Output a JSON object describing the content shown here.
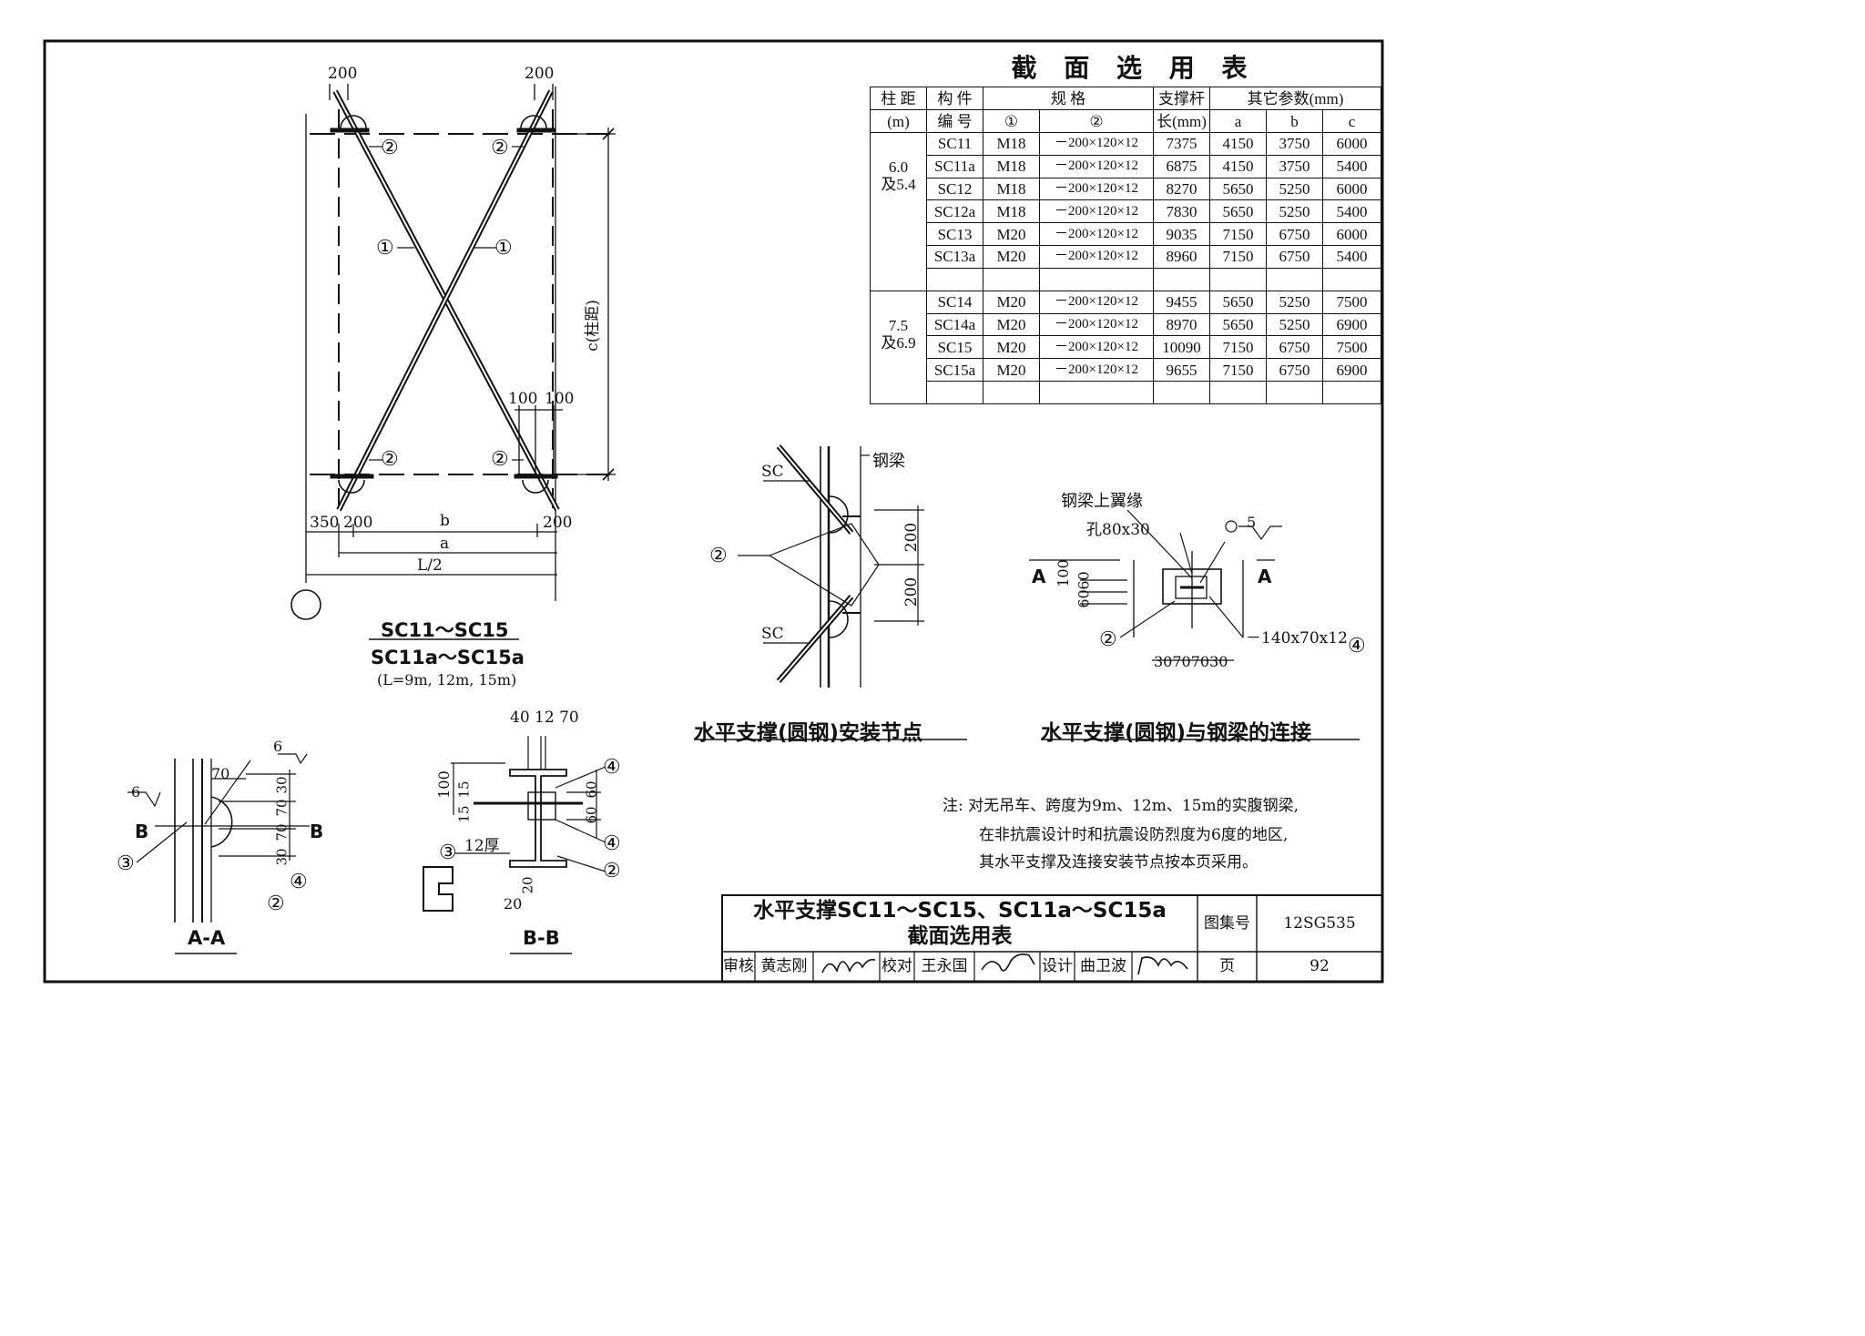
{
  "table": {
    "title": "截 面 选 用 表",
    "headers": {
      "column_spacing": "柱 距",
      "column_spacing_unit": "(m)",
      "member_no": "构 件",
      "member_no2": "编 号",
      "spec": "规 格",
      "spec1": "①",
      "spec2": "②",
      "rod_len": "支撑杆",
      "rod_len2": "长(mm)",
      "other": "其它参数(mm)",
      "a": "a",
      "b": "b",
      "c": "c"
    },
    "groups": [
      {
        "spacing1": "6.0",
        "spacing2": "及5.4"
      },
      {
        "spacing1": "7.5",
        "spacing2": "及6.9"
      }
    ],
    "rows": [
      {
        "no": "SC11",
        "s1": "M18",
        "s2": "－200×120×12",
        "len": "7375",
        "a": "4150",
        "b": "3750",
        "c": "6000"
      },
      {
        "no": "SC11a",
        "s1": "M18",
        "s2": "－200×120×12",
        "len": "6875",
        "a": "4150",
        "b": "3750",
        "c": "5400"
      },
      {
        "no": "SC12",
        "s1": "M18",
        "s2": "－200×120×12",
        "len": "8270",
        "a": "5650",
        "b": "5250",
        "c": "6000"
      },
      {
        "no": "SC12a",
        "s1": "M18",
        "s2": "－200×120×12",
        "len": "7830",
        "a": "5650",
        "b": "5250",
        "c": "5400"
      },
      {
        "no": "SC13",
        "s1": "M20",
        "s2": "－200×120×12",
        "len": "9035",
        "a": "7150",
        "b": "6750",
        "c": "6000"
      },
      {
        "no": "SC13a",
        "s1": "M20",
        "s2": "－200×120×12",
        "len": "8960",
        "a": "7150",
        "b": "6750",
        "c": "5400"
      },
      {
        "no": "SC14",
        "s1": "M20",
        "s2": "－200×120×12",
        "len": "9455",
        "a": "5650",
        "b": "5250",
        "c": "7500"
      },
      {
        "no": "SC14a",
        "s1": "M20",
        "s2": "－200×120×12",
        "len": "8970",
        "a": "5650",
        "b": "5250",
        "c": "6900"
      },
      {
        "no": "SC15",
        "s1": "M20",
        "s2": "－200×120×12",
        "len": "10090",
        "a": "7150",
        "b": "6750",
        "c": "7500"
      },
      {
        "no": "SC15a",
        "s1": "M20",
        "s2": "－200×120×12",
        "len": "9655",
        "a": "7150",
        "b": "6750",
        "c": "6900"
      }
    ]
  },
  "plan": {
    "dim_200_left": "200",
    "dim_200_right": "200",
    "dim_350": "350",
    "dim_200_bl": "200",
    "dim_200_br": "200",
    "dim_b": "b",
    "dim_a": "a",
    "dim_L2": "L/2",
    "dim_c": "c(柱距)",
    "dim_100a": "100",
    "dim_100b": "100",
    "circle1": "①",
    "circle2": "②",
    "caption1": "SC11～SC15",
    "caption2": "SC11a～SC15a",
    "caption3": "(L=9m, 12m, 15m)"
  },
  "node": {
    "label_beam": "钢梁",
    "label_sc_top": "SC",
    "label_sc_bottom": "SC",
    "dim_top": "200",
    "dim_bottom": "200",
    "circle2": "②",
    "caption": "水平支撑(圆钢)安装节点"
  },
  "conn": {
    "label_flange": "钢梁上翼缘",
    "label_hole": "孔80x30",
    "weld": "5",
    "sec_A": "A",
    "dim_100": "100",
    "dim_60a": "60",
    "dim_60b": "60",
    "plate": "－140x70x12",
    "circle4": "④",
    "circle2": "②",
    "dims_bottom": "30707030",
    "caption": "水平支撑(圆钢)与钢梁的连接"
  },
  "aa": {
    "weld1": "6",
    "weld2": "6",
    "dim_70": "70",
    "dim_30a": "30",
    "dim_70b": "70",
    "dim_70c": "70",
    "dim_30b": "30",
    "sec_B": "B",
    "circle3": "③",
    "circle4": "④",
    "circle2": "②",
    "caption": "A-A"
  },
  "bb": {
    "dims_top": "40 12 70",
    "dim_100": "100",
    "dim_15a": "15",
    "dim_15b": "15",
    "dim_60a": "60",
    "dim_60b": "60",
    "thick": "12厚",
    "dim_20a": "20",
    "dim_20b": "20",
    "circle4": "④",
    "circle2": "②",
    "circle3": "③",
    "caption": "B-B"
  },
  "note": {
    "line1": "注: 对无吊车、跨度为9m、12m、15m的实腹钢梁,",
    "line2": "在非抗震设计时和抗震设防烈度为6度的地区,",
    "line3": "其水平支撑及连接安装节点按本页采用。"
  },
  "title_block": {
    "title1": "水平支撑SC11～SC15、SC11a～SC15a",
    "title2": "截面选用表",
    "atlas_label": "图集号",
    "atlas_no": "12SG535",
    "review": "审核",
    "reviewer": "黄志刚",
    "check": "校对",
    "checker": "王永国",
    "design": "设计",
    "designer": "曲卫波",
    "page_label": "页",
    "page_no": "92"
  }
}
